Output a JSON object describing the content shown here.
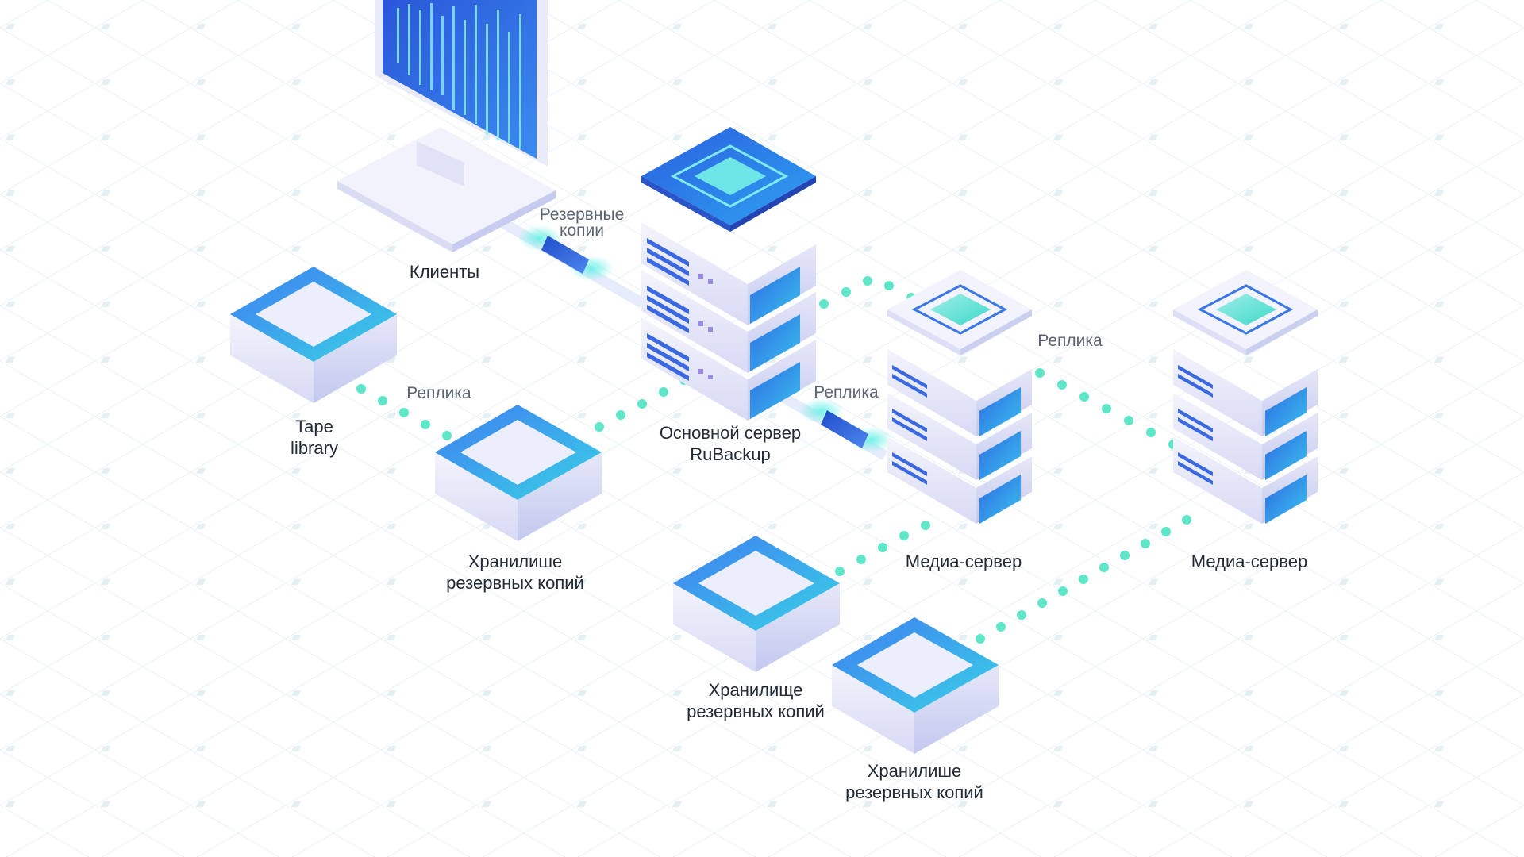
{
  "labels": {
    "clients": "Клиенты",
    "backup_copies_line1": "Резервные",
    "backup_copies_line2": "копии",
    "main_server_line1": "Основной сервер",
    "main_server_line2": "RuBackup",
    "replica_left": "Реплика",
    "replica_mid": "Реплика",
    "replica_right": "Реплика",
    "tape_line1": "Tape",
    "tape_line2": "library",
    "storage1_line1": "Хранилише",
    "storage1_line2": "резервных копий",
    "storage2_line1": "Хранилище",
    "storage2_line2": "резервных копий",
    "storage3_line1": "Хранилише",
    "storage3_line2": "резервных копий",
    "media1": "Медиа-сервер",
    "media2": "Медиа-сервер"
  },
  "colors": {
    "accent_blue": "#2f6ee6",
    "accent_cyan": "#38e1d6",
    "dot_cyan": "#5fe6c8",
    "device_body": "#eef0fb",
    "device_shadow": "#c7cbef",
    "label_text": "#222a36"
  }
}
